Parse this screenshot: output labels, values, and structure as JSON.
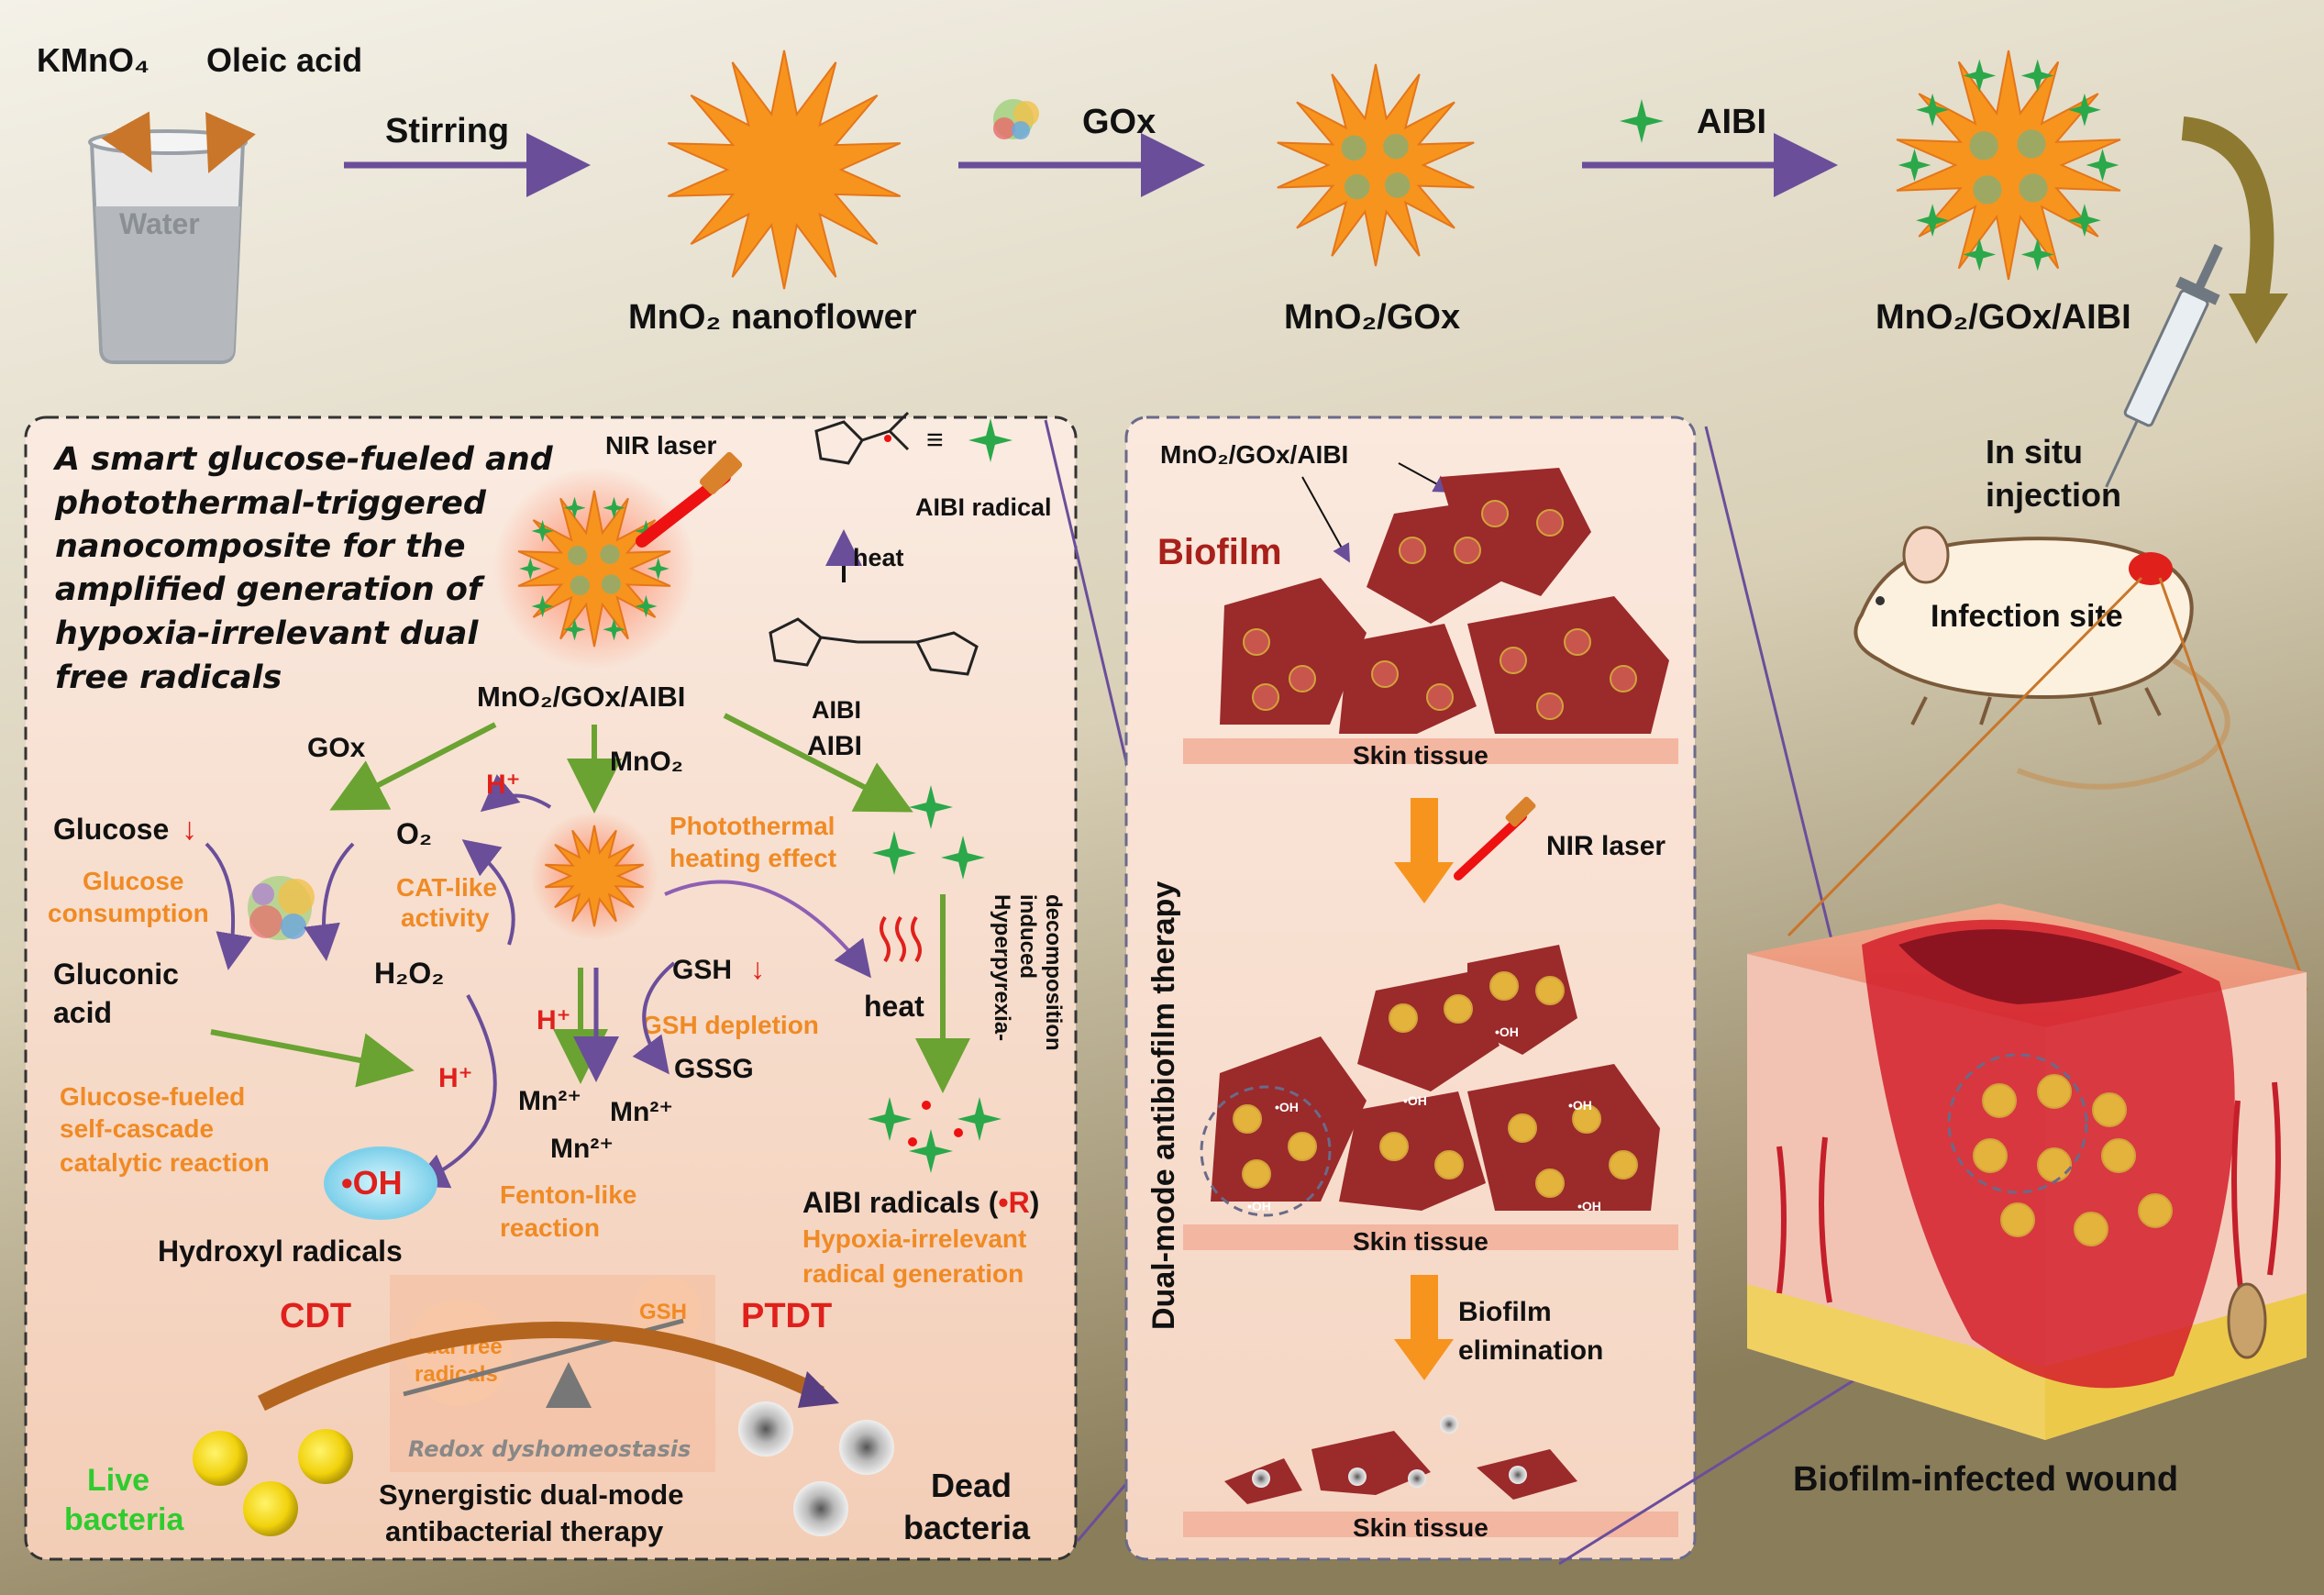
{
  "top_row": {
    "reagent_kmno4": "KMnO₄",
    "reagent_oleic": "Oleic acid",
    "beaker_label": "Water",
    "step1_label": "Stirring",
    "product1": "MnO₂ nanoflower",
    "step2_label": "GOx",
    "product2": "MnO₂/GOx",
    "step3_label": "AIBI",
    "product3": "MnO₂/GOx/AIBI"
  },
  "left_panel": {
    "title_lines": [
      "A smart glucose-fueled and",
      "photothermal-triggered",
      "nanocomposite for the",
      "amplified generation of",
      "hypoxia-irrelevant dual",
      "free radicals"
    ],
    "nir_laser": "NIR laser",
    "aibi_radical": "AIBI radical",
    "heat_arrow_label": "heat",
    "aibi_label": "AIBI",
    "center_nano": "MnO₂/GOx/AIBI",
    "branch_gox": "GOx",
    "branch_mno2": "MnO₂",
    "branch_aibi": "AIBI",
    "glucose": "Glucose",
    "glucose_consumption": [
      "Glucose",
      "consumption"
    ],
    "gluconic_acid": [
      "Gluconic",
      "acid"
    ],
    "o2": "O₂",
    "h2o2": "H₂O₂",
    "h_plus": "H⁺",
    "cat_like": [
      "CAT-like",
      "activity"
    ],
    "photothermal": [
      "Photothermal",
      "heating effect"
    ],
    "heat": "heat",
    "hyperpyrexia": [
      "Hyperpyrexia-",
      "induced",
      "decomposition"
    ],
    "gsh": "GSH",
    "gsh_depletion": "GSH depletion",
    "gssg": "GSSG",
    "mn2": "Mn²⁺",
    "glucose_fueled": [
      "Glucose-fueled",
      "self-cascade",
      "catalytic reaction"
    ],
    "oh_radical": "•OH",
    "fenton": [
      "Fenton-like",
      "reaction"
    ],
    "hydroxyl": "Hydroxyl radicals",
    "aibi_radicals_pre": "AIBI radicals (",
    "aibi_radicals_r": "•R",
    "aibi_radicals_post": ")",
    "hypoxia_irrelevant": [
      "Hypoxia-irrelevant",
      "radical generation"
    ],
    "cdt": "CDT",
    "ptdt": "PTDT",
    "dual_free": [
      "Dual free",
      "radicals"
    ],
    "gsh_small": "GSH",
    "redox": "Redox dyshomeostasis",
    "live": [
      "Live",
      "bacteria"
    ],
    "synergistic": [
      "Synergistic dual-mode",
      "antibacterial therapy"
    ],
    "dead": [
      "Dead",
      "bacteria"
    ]
  },
  "middle_panel": {
    "vertical_title": "Dual-mode antibiofilm therapy",
    "nano_label": "MnO₂/GOx/AIBI",
    "biofilm": "Biofilm",
    "skin_tissue": "Skin tissue",
    "nir_laser": "NIR laser",
    "oh_small": "•OH",
    "elimination": [
      "Biofilm",
      "elimination"
    ]
  },
  "right_panel": {
    "injection": [
      "In situ",
      "injection"
    ],
    "infection_site": "Infection site",
    "wound": "Biofilm-infected wound"
  },
  "colors": {
    "orange_text": "#f08a24",
    "red_text": "#e0201b",
    "green_text": "#2ecc2e",
    "arrow_purple": "#6a4e9a",
    "arrow_green": "#6aa332",
    "biofilm_red": "#9b2a2a",
    "star_orange": "#f7941d",
    "star_green": "#2aa84a"
  }
}
